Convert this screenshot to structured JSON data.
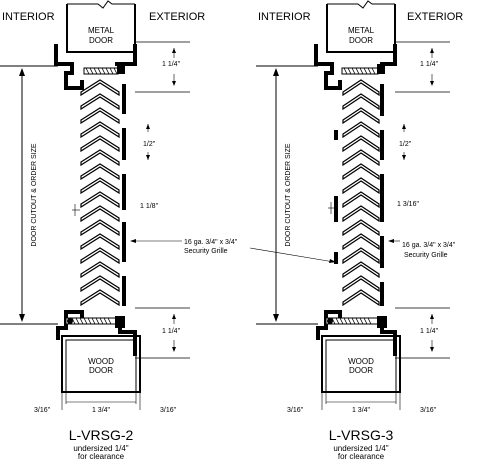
{
  "left": {
    "interior": "INTERIOR",
    "exterior": "EXTERIOR",
    "metal_door": [
      "METAL",
      "DOOR"
    ],
    "wood_door": [
      "WOOD",
      "DOOR"
    ],
    "dim_top": "1 1/4\"",
    "dim_mid": "1/2\"",
    "dim_louver": "1 1/8\"",
    "dim_bottom": "1 1/4\"",
    "door_cutout": "DOOR CUTOUT & ORDER SIZE",
    "grille": [
      "16 ga. 3/4\" x 3/4\"",
      "Security Grille"
    ],
    "bottom_left": "3/16\"",
    "bottom_mid": "1 3/4\"",
    "bottom_right": "3/16\"",
    "model": "L-VRSG-2",
    "note": [
      "undersized 1/4\"",
      "for clearance"
    ]
  },
  "right": {
    "interior": "INTERIOR",
    "exterior": "EXTERIOR",
    "metal_door": [
      "METAL",
      "DOOR"
    ],
    "wood_door": [
      "WOOD",
      "DOOR"
    ],
    "dim_top": "1 1/4\"",
    "dim_mid": "1/2\"",
    "dim_louver": "1  3/16\"",
    "dim_bottom": "1 1/4\"",
    "door_cutout": "DOOR CUTOUT & ORDER SIZE",
    "grille": [
      "16 ga. 3/4\" x 3/4\"",
      "Security Grille"
    ],
    "bottom_left": "3/16\"",
    "bottom_mid": "1 3/4\"",
    "bottom_right": "3/16\"",
    "model": "L-VRSG-3",
    "note": [
      "undersized 1/4\"",
      "for clearance"
    ]
  }
}
